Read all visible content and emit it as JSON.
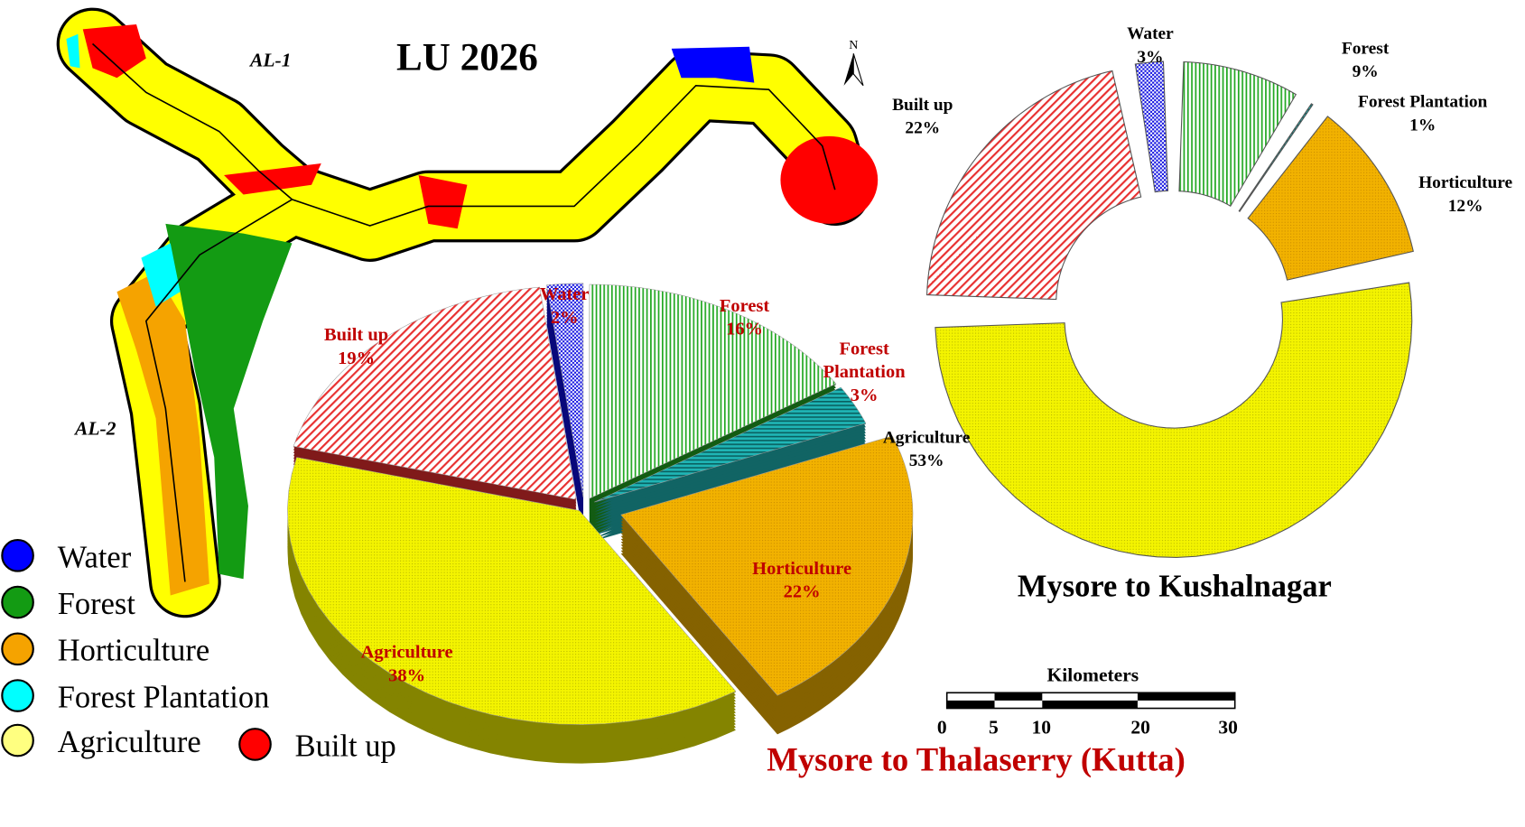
{
  "map": {
    "title": "LU 2026",
    "route_labels": [
      "AL-1",
      "AL-2"
    ],
    "north_label": "N",
    "legend": [
      {
        "label": "Water",
        "color": "#0000ff"
      },
      {
        "label": "Forest",
        "color": "#139b13"
      },
      {
        "label": "Horticulture",
        "color": "#f5a300"
      },
      {
        "label": "Forest Plantation",
        "color": "#00ffff"
      },
      {
        "label": "Agriculture",
        "color": "#ffff80"
      },
      {
        "label": "Built up",
        "color": "#ff0000"
      }
    ],
    "scale_bar": {
      "unit": "Kilometers",
      "ticks": [
        "0",
        "5",
        "10",
        "20",
        "30"
      ]
    }
  },
  "chart_data": [
    {
      "type": "pie",
      "title": "Mysore to Thalaserry (Kutta)",
      "title_color": "#c00000",
      "label_color": "#c00000",
      "style": "3d-exploded",
      "categories": [
        "Forest",
        "Forest Plantation",
        "Horticulture",
        "Agriculture",
        "Built up",
        "Water"
      ],
      "values": [
        16,
        3,
        22,
        38,
        19,
        2
      ],
      "labels": [
        "16%",
        "3%",
        "22%",
        "38%",
        "19%",
        "2%"
      ],
      "colors": [
        "#22a822",
        "#1fb5b5",
        "#f2b200",
        "#f0f000",
        "#e83030",
        "#1010e0"
      ]
    },
    {
      "type": "pie",
      "title": "Mysore to Kushalnagar",
      "title_color": "#000000",
      "label_color": "#000000",
      "style": "donut-exploded",
      "categories": [
        "Forest",
        "Forest Plantation",
        "Horticulture",
        "Agriculture",
        "Built up",
        "Water"
      ],
      "values": [
        9,
        1,
        12,
        53,
        22,
        3
      ],
      "labels": [
        "9%",
        "1%",
        "12%",
        "53%",
        "22%",
        "3%"
      ],
      "colors": [
        "#22a822",
        "#1fb5b5",
        "#f2b200",
        "#f0f000",
        "#e83030",
        "#1010e0"
      ]
    }
  ]
}
